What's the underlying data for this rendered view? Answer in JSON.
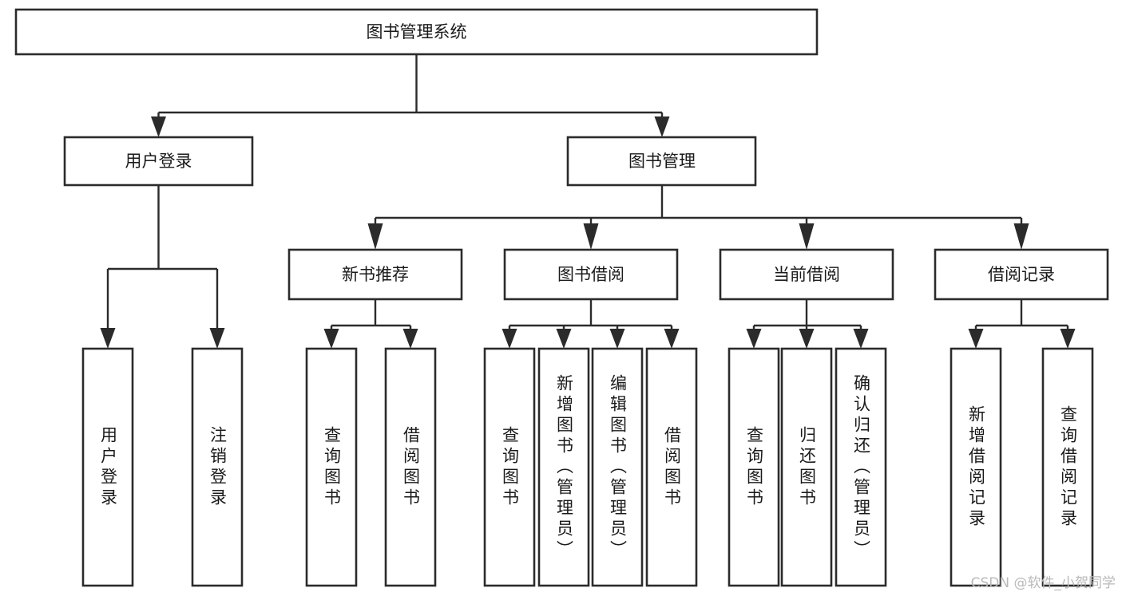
{
  "diagram": {
    "title": "图书管理系统",
    "type": "tree",
    "orientation": "top-down",
    "colors": {
      "stroke": "#2b2b2b",
      "fill": "#ffffff",
      "background": "#ffffff",
      "text": "#1a1a1a",
      "watermark": "#b9b9b9"
    },
    "nodes": {
      "root": {
        "label": "图书管理系统",
        "level": 0,
        "orientation": "horizontal"
      },
      "l1": [
        {
          "id": "user-login",
          "label": "用户登录",
          "level": 1,
          "orientation": "horizontal"
        },
        {
          "id": "book-manage",
          "label": "图书管理",
          "level": 1,
          "orientation": "horizontal"
        }
      ],
      "l2": [
        {
          "id": "new-book-rec",
          "label": "新书推荐",
          "level": 2,
          "orientation": "horizontal"
        },
        {
          "id": "book-borrow",
          "label": "图书借阅",
          "level": 2,
          "orientation": "horizontal"
        },
        {
          "id": "current-borrow",
          "label": "当前借阅",
          "level": 2,
          "orientation": "horizontal"
        },
        {
          "id": "borrow-record",
          "label": "借阅记录",
          "level": 2,
          "orientation": "horizontal"
        }
      ],
      "leaves": [
        {
          "id": "leaf-user-login",
          "label": "用户登录",
          "parent": "user-login",
          "orientation": "vertical"
        },
        {
          "id": "leaf-logout",
          "label": "注销登录",
          "parent": "user-login",
          "orientation": "vertical"
        },
        {
          "id": "leaf-query-book-1",
          "label": "查询图书",
          "parent": "new-book-rec",
          "orientation": "vertical"
        },
        {
          "id": "leaf-borrow-book-1",
          "label": "借阅图书",
          "parent": "new-book-rec",
          "orientation": "vertical"
        },
        {
          "id": "leaf-query-book-2",
          "label": "查询图书",
          "parent": "book-borrow",
          "orientation": "vertical"
        },
        {
          "id": "leaf-add-book",
          "label": "新增图书（管理员）",
          "parent": "book-borrow",
          "orientation": "vertical"
        },
        {
          "id": "leaf-edit-book",
          "label": "编辑图书（管理员）",
          "parent": "book-borrow",
          "orientation": "vertical"
        },
        {
          "id": "leaf-borrow-book-2",
          "label": "借阅图书",
          "parent": "book-borrow",
          "orientation": "vertical"
        },
        {
          "id": "leaf-query-book-3",
          "label": "查询图书",
          "parent": "current-borrow",
          "orientation": "vertical"
        },
        {
          "id": "leaf-return-book",
          "label": "归还图书",
          "parent": "current-borrow",
          "orientation": "vertical"
        },
        {
          "id": "leaf-confirm-return",
          "label": "确认归还（管理员）",
          "parent": "current-borrow",
          "orientation": "vertical"
        },
        {
          "id": "leaf-add-record",
          "label": "新增借阅记录",
          "parent": "borrow-record",
          "orientation": "vertical"
        },
        {
          "id": "leaf-query-record",
          "label": "查询借阅记录",
          "parent": "borrow-record",
          "orientation": "vertical"
        }
      ]
    },
    "edges": [
      {
        "from": "图书管理系统",
        "to": "用户登录"
      },
      {
        "from": "图书管理系统",
        "to": "图书管理"
      },
      {
        "from": "用户登录",
        "to": "用户登录"
      },
      {
        "from": "用户登录",
        "to": "注销登录"
      },
      {
        "from": "图书管理",
        "to": "新书推荐"
      },
      {
        "from": "图书管理",
        "to": "图书借阅"
      },
      {
        "from": "图书管理",
        "to": "当前借阅"
      },
      {
        "from": "图书管理",
        "to": "借阅记录"
      },
      {
        "from": "新书推荐",
        "to": "查询图书"
      },
      {
        "from": "新书推荐",
        "to": "借阅图书"
      },
      {
        "from": "图书借阅",
        "to": "查询图书"
      },
      {
        "from": "图书借阅",
        "to": "新增图书（管理员）"
      },
      {
        "from": "图书借阅",
        "to": "编辑图书（管理员）"
      },
      {
        "from": "图书借阅",
        "to": "借阅图书"
      },
      {
        "from": "当前借阅",
        "to": "查询图书"
      },
      {
        "from": "当前借阅",
        "to": "归还图书"
      },
      {
        "from": "当前借阅",
        "to": "确认归还（管理员）"
      },
      {
        "from": "借阅记录",
        "to": "新增借阅记录"
      },
      {
        "from": "借阅记录",
        "to": "查询借阅记录"
      }
    ]
  },
  "watermark": {
    "text": "CSDN @软件_小贺同学"
  }
}
